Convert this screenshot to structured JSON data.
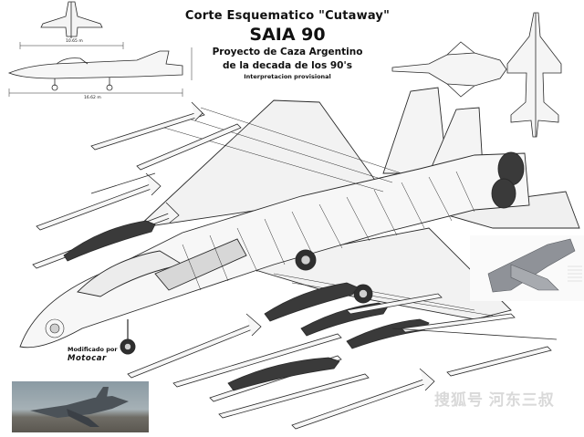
{
  "title": {
    "line1": "Corte Esquematico \"Cutaway\"",
    "line2": "SAIA 90",
    "line3": "Proyecto de Caza Argentino",
    "line4": "de la decada de los 90's",
    "line5": "Interpretacion provisional"
  },
  "credit": {
    "line1": "Modificado por",
    "line2": "Motocar"
  },
  "dimensions": {
    "span": "10.65 m",
    "length": "16.62 m"
  },
  "watermark": "搜狐号 河东三叔",
  "colors": {
    "ink": "#111111",
    "line": "#2a2a2a",
    "fill_light": "#f2f2f2",
    "fill_dark": "#3a3a3a",
    "background": "#ffffff"
  }
}
